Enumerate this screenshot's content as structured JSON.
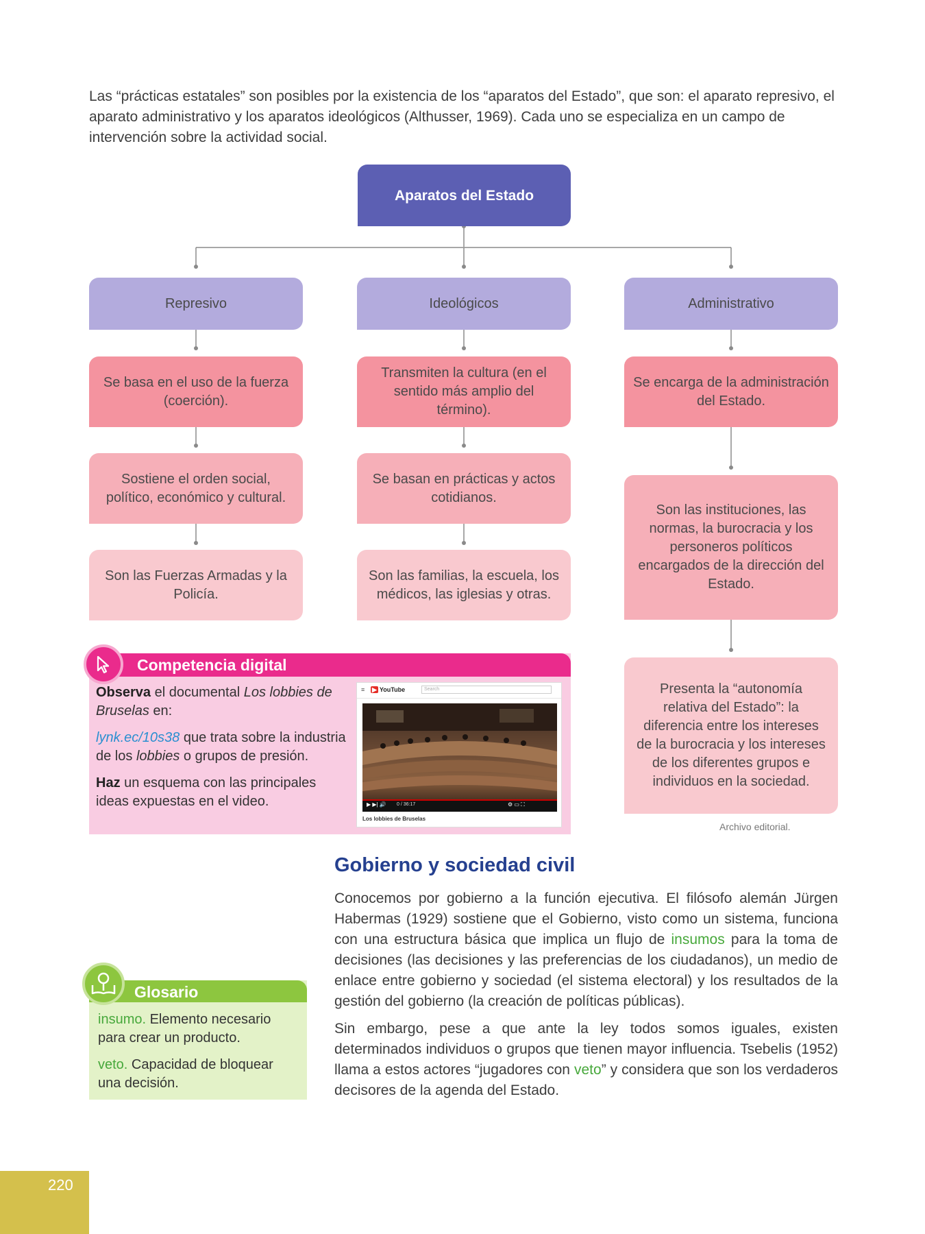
{
  "intro": "Las “prácticas estatales” son posibles por la existencia de los “aparatos del Estado”, que son: el aparato represivo, el aparato administrativo y los aparatos ideológicos (Althusser, 1969). Cada uno se especializa en un campo de intervención sobre la actividad social.",
  "diagram": {
    "root": "Aparatos del Estado",
    "columns": [
      {
        "title": "Represivo",
        "items": [
          "Se basa en el uso de la fuerza (coerción).",
          "Sostiene el orden social, político, económico y cultural.",
          "Son las Fuerzas Armadas y la Policía."
        ]
      },
      {
        "title": "Ideológicos",
        "items": [
          "Transmiten la cultura (en el sentido más amplio del término).",
          "Se basan en prácticas y actos cotidianos.",
          "Son las familias, la escuela, los médicos, las iglesias y otras."
        ]
      },
      {
        "title": "Administrativo",
        "items": [
          "Se encarga de la administración del Estado.",
          "Son las instituciones, las normas, la burocracia y los personeros políticos encargados de la dirección del Estado.",
          "Presenta la “autonomía relativa del Estado”: la diferencia entre los intereses de la burocracia y los intereses de los diferentes grupos e individuos en la sociedad."
        ]
      }
    ],
    "credit": "Archivo editorial."
  },
  "competencia": {
    "title": "Competencia digital",
    "p1_bold": "Observa",
    "p1_text": " el documental ",
    "p1_italic": "Los lobbies de Bruselas",
    "p1_end": " en:",
    "link": "lynk.ec/10s38",
    "p2_text": " que trata sobre la industria de los ",
    "p2_italic": "lobbies",
    "p2_end": " o grupos de presión.",
    "p3_bold": "Haz",
    "p3_text": " un esquema con las principales ideas expuestas en el video.",
    "video_logo": "YouTube",
    "video_search": "Search",
    "video_caption": "Los lobbies de Bruselas",
    "video_time": "0 / 36:17"
  },
  "section": {
    "title": "Gobierno y sociedad civil",
    "p1_a": "Conocemos por gobierno a la función ejecutiva. El filósofo alemán Jürgen Habermas (1929) sostiene que el Gobierno, visto como un sistema, funciona con una estructura básica que implica un flujo de ",
    "p1_term": "insumos",
    "p1_b": " para la toma de decisiones (las decisiones y las preferencias de los ciudadanos), un medio de enlace entre gobierno y sociedad (el sistema electoral) y los resultados de la gestión del gobierno (la creación de políticas públicas).",
    "p2_a": "Sin embargo, pese a que ante la ley todos somos iguales, existen determinados individuos o grupos que tienen mayor influencia. Tsebelis (1952) llama a estos actores “jugadores con ",
    "p2_term": "veto",
    "p2_b": "” y considera que son los verdaderos decisores de la agenda del Estado."
  },
  "glosario": {
    "title": "Glosario",
    "term1": "insumo.",
    "def1": " Elemento necesario para crear un producto.",
    "term2": "veto.",
    "def2": " Capacidad de bloquear una decisión."
  },
  "page_number": "220",
  "colors": {
    "root": "#5c5fb3",
    "category": "#b3abdd",
    "level1": "#f4939f",
    "level2": "#f6afb8",
    "level3": "#f9c9cf",
    "competencia": "#ea2b8c",
    "glosario": "#8dc63f",
    "heading": "#25408f",
    "term": "#47a83b"
  }
}
